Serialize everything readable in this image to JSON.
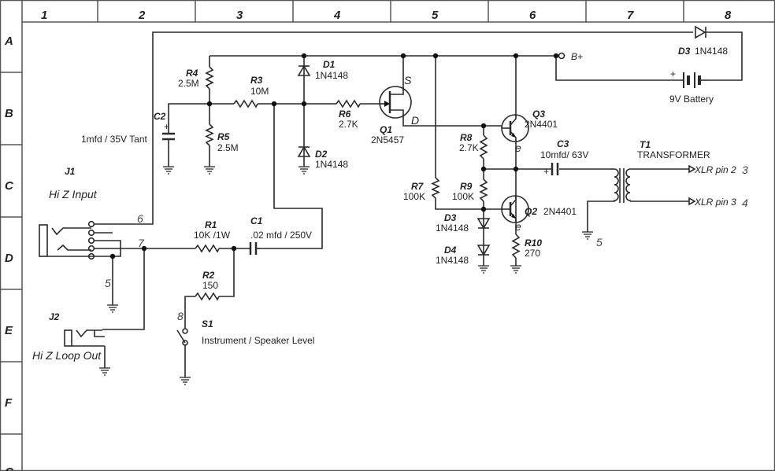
{
  "grid": {
    "columns": [
      "1",
      "2",
      "3",
      "4",
      "5",
      "6",
      "7",
      "8"
    ],
    "rows": [
      "A",
      "B",
      "C",
      "D",
      "E",
      "F",
      "G"
    ]
  },
  "components": {
    "R1": {
      "ref": "R1",
      "value": "10K /1W"
    },
    "R2": {
      "ref": "R2",
      "value": "150"
    },
    "R3": {
      "ref": "R3",
      "value": "10M"
    },
    "R4": {
      "ref": "R4",
      "value": "2.5M"
    },
    "R5": {
      "ref": "R5",
      "value": "2.5M"
    },
    "R6": {
      "ref": "R6",
      "value": "2.7K"
    },
    "R7": {
      "ref": "R7",
      "value": "100K"
    },
    "R8": {
      "ref": "R8",
      "value": "2.7K"
    },
    "R9": {
      "ref": "R9",
      "value": "100K"
    },
    "R10": {
      "ref": "R10",
      "value": "270"
    },
    "C1": {
      "ref": "C1",
      "value": ".02 mfd / 250V"
    },
    "C2": {
      "ref": "C2",
      "value": "1mfd / 35V Tant"
    },
    "C3": {
      "ref": "C3",
      "value": "10mfd/ 63V"
    },
    "D1": {
      "ref": "D1",
      "value": "1N4148"
    },
    "D2": {
      "ref": "D2",
      "value": "1N4148"
    },
    "D3a": {
      "ref": "D3",
      "value": "1N4148"
    },
    "D4": {
      "ref": "D4",
      "value": "1N4148"
    },
    "D3b": {
      "ref": "D3",
      "value": "1N4148"
    },
    "Q1": {
      "ref": "Q1",
      "value": "2N5457"
    },
    "Q2": {
      "ref": "Q2",
      "value": "2N4401"
    },
    "Q3": {
      "ref": "Q3",
      "value": "2N4401"
    },
    "T1": {
      "ref": "T1",
      "value": "TRANSFORMER"
    },
    "J1": {
      "ref": "J1",
      "value": "Hi Z Input"
    },
    "J2": {
      "ref": "J2",
      "value": "Hi Z Loop Out"
    },
    "S1": {
      "ref": "S1",
      "value": "Instrument / Speaker Level"
    },
    "BAT": {
      "value": "9V Battery",
      "plus": "+"
    }
  },
  "nets": {
    "bplus": "B+",
    "xlr2": "XLR pin 2",
    "xlr3": "XLR pin 3",
    "jfet_source": "S",
    "jfet_drain": "D",
    "emitter": "e",
    "plus": "+",
    "pin_numbers": [
      "6",
      "7",
      "5",
      "8",
      "3",
      "4",
      "5"
    ]
  }
}
